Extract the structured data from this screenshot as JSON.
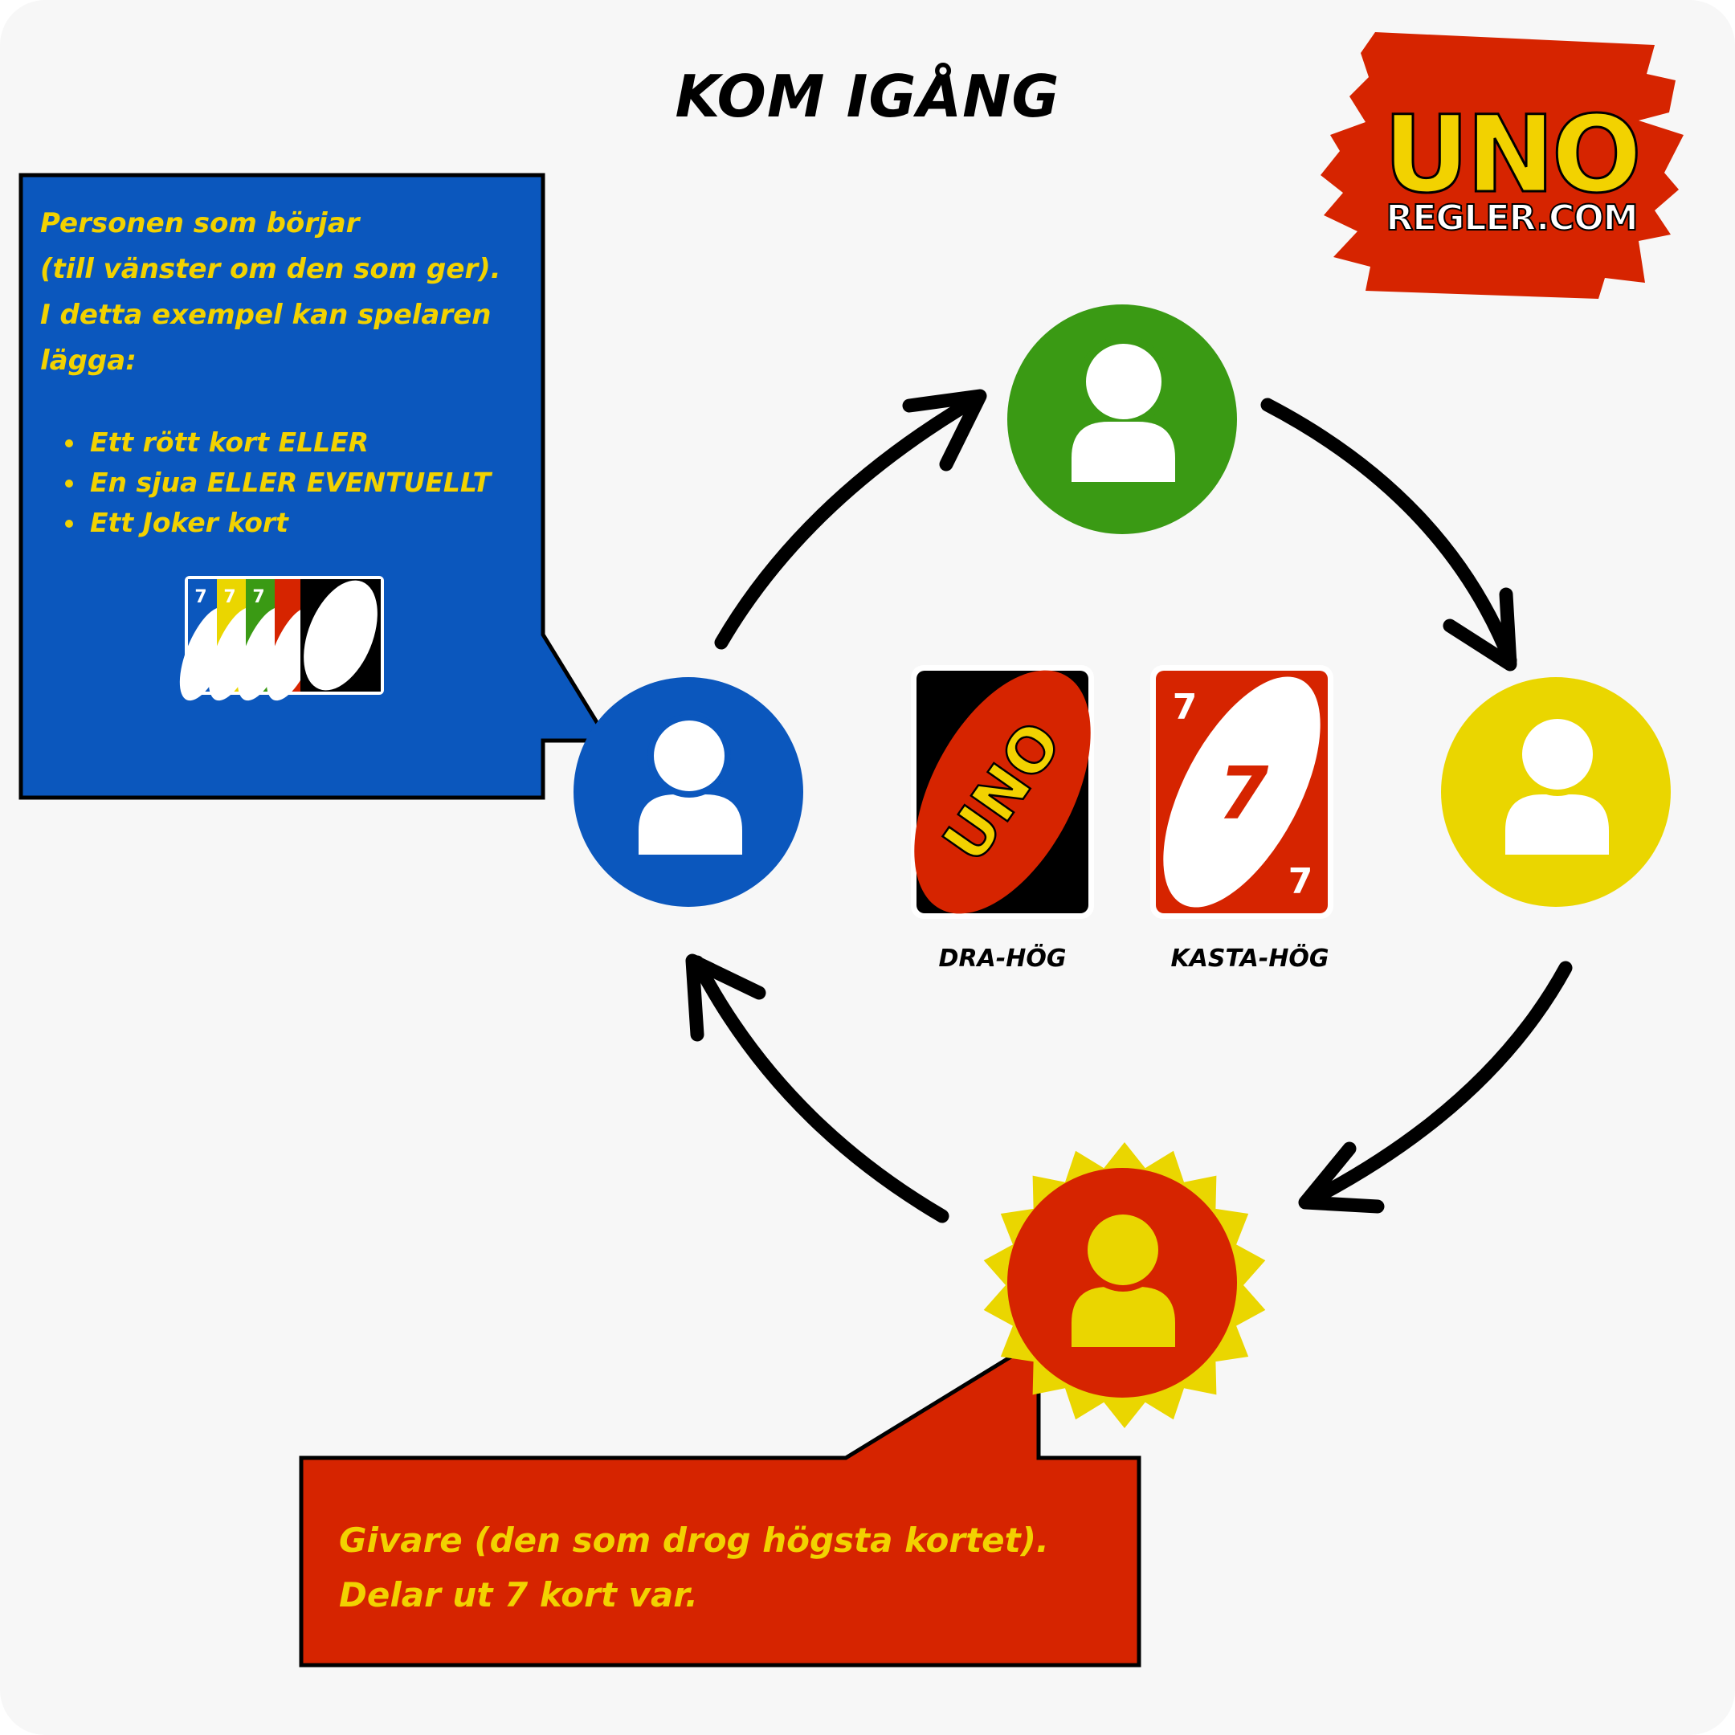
{
  "title": "KOM IGÅNG",
  "logo": {
    "word": "UNO",
    "site": "REGLER.COM"
  },
  "starter_note": {
    "lines": [
      "Personen som börjar",
      "(till vänster om den som ger).",
      "I detta exempel kan spelaren",
      "lägga:"
    ],
    "options": [
      "Ett rött kort ELLER",
      "En sjua ELLER EVENTUELLT",
      "Ett Joker kort"
    ],
    "card_value": "7"
  },
  "dealer_note": {
    "lines": [
      "Givare (den som drog högsta kortet).",
      "Delar ut 7 kort var."
    ]
  },
  "piles": {
    "draw_label": "DRA-HÖG",
    "discard_label": "KASTA-HÖG",
    "card_back_text": "UNO",
    "discard_value": "7"
  },
  "players": [
    {
      "id": "top",
      "color": "#3a9a14",
      "icon": "user-icon"
    },
    {
      "id": "right",
      "color": "#ead600",
      "icon": "user-icon"
    },
    {
      "id": "bottom-dealer",
      "color": "#d62400",
      "icon": "user-icon"
    },
    {
      "id": "left-starter",
      "color": "#0b57bd",
      "icon": "user-icon"
    }
  ],
  "colors": {
    "blue": "#0b57bd",
    "green": "#3a9a14",
    "yellow": "#ead600",
    "red": "#d62400",
    "text_yellow": "#f2d200",
    "background": "#f7f7f7"
  },
  "play_direction": "clockwise"
}
